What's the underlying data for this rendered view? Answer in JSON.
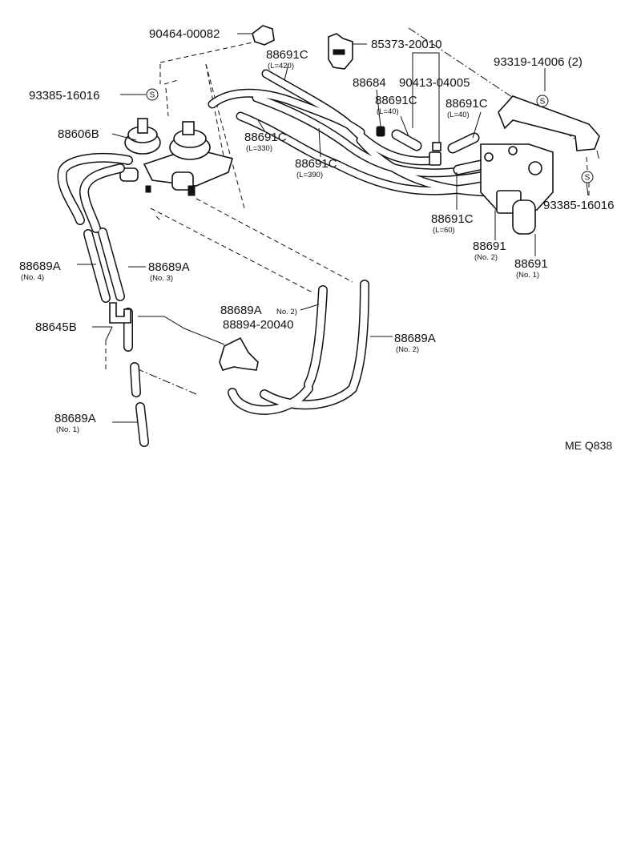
{
  "labels": {
    "l_90464": "90464-00082",
    "l_85373": "85373-20010",
    "l_93319": "93319-14006 (2)",
    "l_93385_left": "93385-16016",
    "l_88691c_420": "88691C",
    "l_88691c_420_sub": "(L=420)",
    "l_88684": "88684",
    "l_90413": "90413-04005",
    "l_88691c_40a": "88691C",
    "l_88691c_40a_sub": "(L=40)",
    "l_88691c_40b": "88691C",
    "l_88691c_40b_sub": "(L=40)",
    "l_88606b": "88606B",
    "l_88691c_330": "88691C",
    "l_88691c_330_sub": "(L=330)",
    "l_88691c_390": "88691C",
    "l_88691c_390_sub": "(L=390)",
    "l_93385_right": "93385-16016",
    "l_88691c_60": "88691C",
    "l_88691c_60_sub": "(L=60)",
    "l_88691_no2": "88691",
    "l_88691_no2_sub": "(No. 2)",
    "l_88691_no1": "88691",
    "l_88691_no1_sub": "(No. 1)",
    "l_88689a_no4": "88689A",
    "l_88689a_no4_sub": "(No. 4)",
    "l_88689a_no3": "88689A",
    "l_88689a_no3_sub": "(No. 3)",
    "l_88689a_no2a": "88689A",
    "l_88689a_no2a_sub": "No. 2)",
    "l_88894": "88894-20040",
    "l_88645b": "88645B",
    "l_88689a_no2b": "88689A",
    "l_88689a_no2b_sub": "(No. 2)",
    "l_88689a_no1": "88689A",
    "l_88689a_no1_sub": "(No. 1)",
    "s_marker": "S",
    "diagram_code": "ME Q838"
  }
}
